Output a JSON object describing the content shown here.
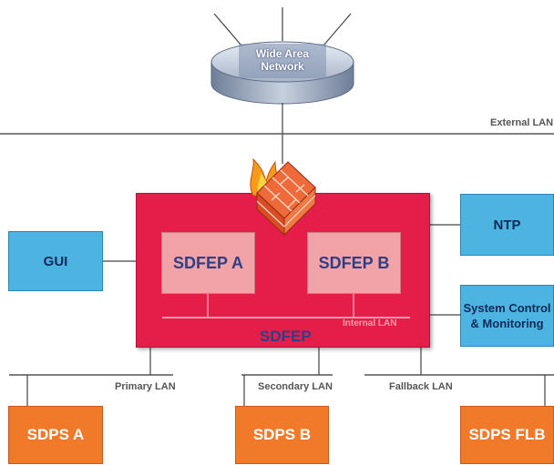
{
  "wan": {
    "label_line1": "Wide Area",
    "label_line2": "Network"
  },
  "lans": {
    "external": "External LAN",
    "internal": "Internal LAN",
    "primary": "Primary LAN",
    "secondary": "Secondary LAN",
    "fallback": "Fallback LAN"
  },
  "sdfep": {
    "title": "SDFEP",
    "node_a": "SDFEP A",
    "node_b": "SDFEP B"
  },
  "side_boxes": {
    "gui": "GUI",
    "ntp": "NTP",
    "sys_ctrl_line1": "System Control",
    "sys_ctrl_line2": "& Monitoring"
  },
  "sdps": {
    "a": "SDPS A",
    "b": "SDPS B",
    "flb": "SDPS FLB"
  },
  "colors": {
    "sdfep_fill": "#e41e49",
    "inner_node_fill": "#f2a3a8",
    "side_box_fill": "#4db3e0",
    "sdps_fill": "#f07a2a",
    "wan_fill": "#9aa8bf"
  },
  "icons": {
    "firewall": "firewall-icon",
    "wan": "network-cloud-icon"
  }
}
